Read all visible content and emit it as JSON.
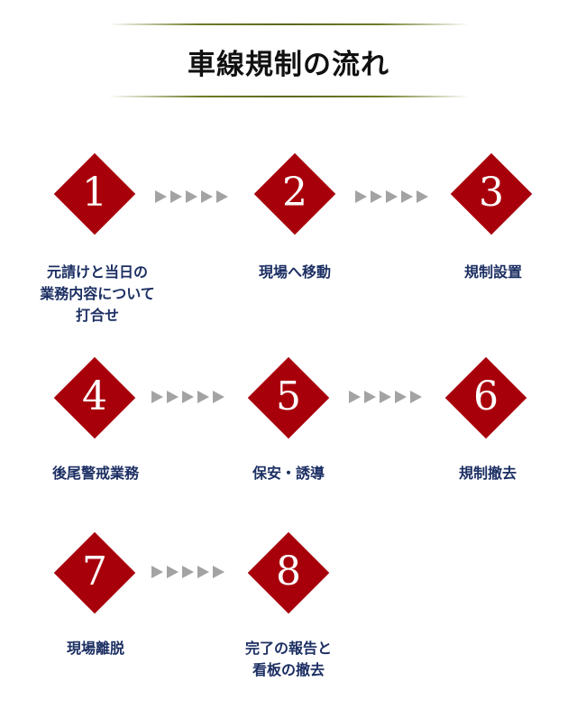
{
  "title": "車線規制の流れ",
  "steps": [
    {
      "number": "1",
      "label": "元請けと当日の\n業務内容について\n打合せ"
    },
    {
      "number": "2",
      "label": "現場へ移動"
    },
    {
      "number": "3",
      "label": "規制設置"
    },
    {
      "number": "4",
      "label": "後尾警戒業務"
    },
    {
      "number": "5",
      "label": "保安・誘導"
    },
    {
      "number": "6",
      "label": "規制撤去"
    },
    {
      "number": "7",
      "label": "現場離脱"
    },
    {
      "number": "8",
      "label": "完了の報告と\n看板の撤去"
    }
  ],
  "colors": {
    "diamond": "#a8000b",
    "arrow": "#a3a3a3",
    "label": "#1c2f63",
    "rule": "#6e7d28"
  }
}
